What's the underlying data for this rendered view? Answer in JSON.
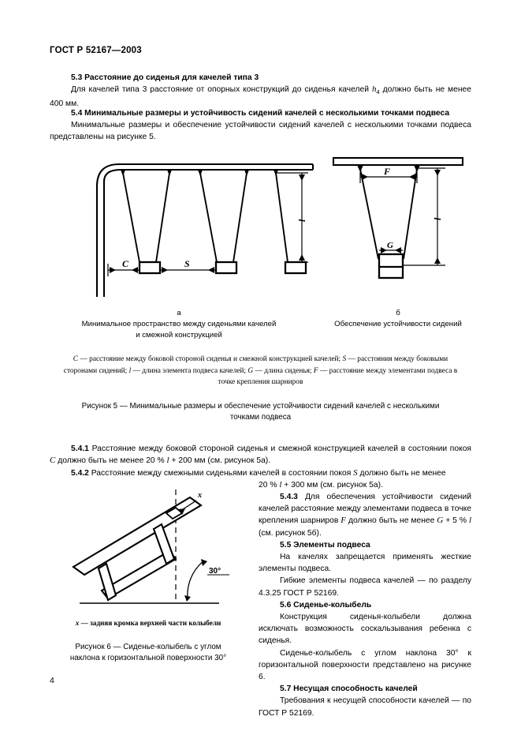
{
  "document": {
    "standard_header": "ГОСТ Р 52167—2003",
    "page_number": "4"
  },
  "sections": {
    "s53": {
      "heading": "5.3  Расстояние до сиденья для качелей типа 3",
      "body_before_sub": "Для качелей типа 3 расстояние от опорных конструкций до сиденья качелей ",
      "sub_var": "h",
      "sub_index": "4",
      "body_after_sub": " должно быть не менее 400 мм."
    },
    "s54": {
      "heading": "5.4  Минимальные размеры и устойчивость сидений качелей с несколькими точками подвеса",
      "body": "Минимальные размеры и обеспечение устойчивости сидений качелей с несколькими точками подвеса представлены на рисунке 5."
    },
    "s541": {
      "number": "5.4.1",
      "text_part1": "  Расстояние между боковой стороной сиденья и смежной конструкцией качелей в состоянии покоя ",
      "var1": "C",
      "text_part2": " должно быть не менее 20 % ",
      "var2": "l",
      "text_part3": " + 200 мм (см. рисунок 5а)."
    },
    "s542": {
      "number": "5.4.2",
      "text_part1": "  Расстояние между смежными сиденьями качелей в состоянии покоя ",
      "var1": "S",
      "text_part2": " должно быть не менее",
      "line2_part1": "20 % ",
      "line2_var": "l",
      "line2_part2": " + 300 мм (см. рисунок 5а)."
    },
    "s543": {
      "number": "5.4.3",
      "text_part1": "  Для обеспечения устойчивости сидений качелей расстояние между элементами подвеса в точке крепления шарниров ",
      "var1": "F",
      "text_part2": " должно быть не менее ",
      "var2": "G",
      "text_part3": " + 5 % ",
      "var3": "l",
      "text_part4": " (см. рисунок 5б)."
    },
    "s55": {
      "heading": "5.5  Элементы подвеса",
      "para1": "На качелях запрещается применять жесткие элементы подвеса.",
      "para2": "Гибкие элементы подвеса качелей — по разделу 4.3.25 ГОСТ Р 52169."
    },
    "s56": {
      "heading": "5.6  Сиденье-колыбель",
      "para1": "Конструкция сиденья-колыбели должна исключать возможность соскальзывания ребенка с сиденья.",
      "para2": "Сиденье-колыбель с углом наклона 30° к горизонтальной поверхности представлено на рисунке 6."
    },
    "s57": {
      "heading": "5.7  Несущая способность качелей",
      "para1": "Требования к несущей способности качелей — по ГОСТ Р 52169."
    }
  },
  "figure5": {
    "sub_a": {
      "letter": "а",
      "caption_line1": "Минимальное пространство между сиденьями качелей",
      "caption_line2": "и смежной конструкцией"
    },
    "sub_b": {
      "letter": "б",
      "caption_line1": "Обеспечение устойчивости сидений"
    },
    "dimension_labels": {
      "c": "C",
      "s": "S",
      "l_left": "l",
      "f": "F",
      "g": "G",
      "l_right": "l"
    },
    "legend": {
      "v_c": "C",
      "t1": " — расстояние между боковой стороной сиденья и смежной конструкцией качелей; ",
      "v_s": "S",
      "t2": " — расстояния между боковыми сторонами сидений; ",
      "v_l": "l",
      "t3": " — длина элемента подвеса качелей; ",
      "v_g": "G",
      "t4": " — длина сиденья; ",
      "v_f": "F",
      "t5": " — расстояние между элементами подвеса в точке крепления шарниров"
    },
    "caption_line1": "Рисунок 5 — Минимальные размеры и обеспечение устойчивости сидений качелей с несколькими",
    "caption_line2": "точками подвеса"
  },
  "figure6": {
    "angle_label": "30°",
    "x_label": "x",
    "note_var": "x",
    "note_text": " — задняя кромка верхней части колыбели",
    "caption_line1": "Рисунок 6 — Сиденье-колыбель с углом",
    "caption_line2": "наклона к горизонтальной поверхности 30°"
  }
}
